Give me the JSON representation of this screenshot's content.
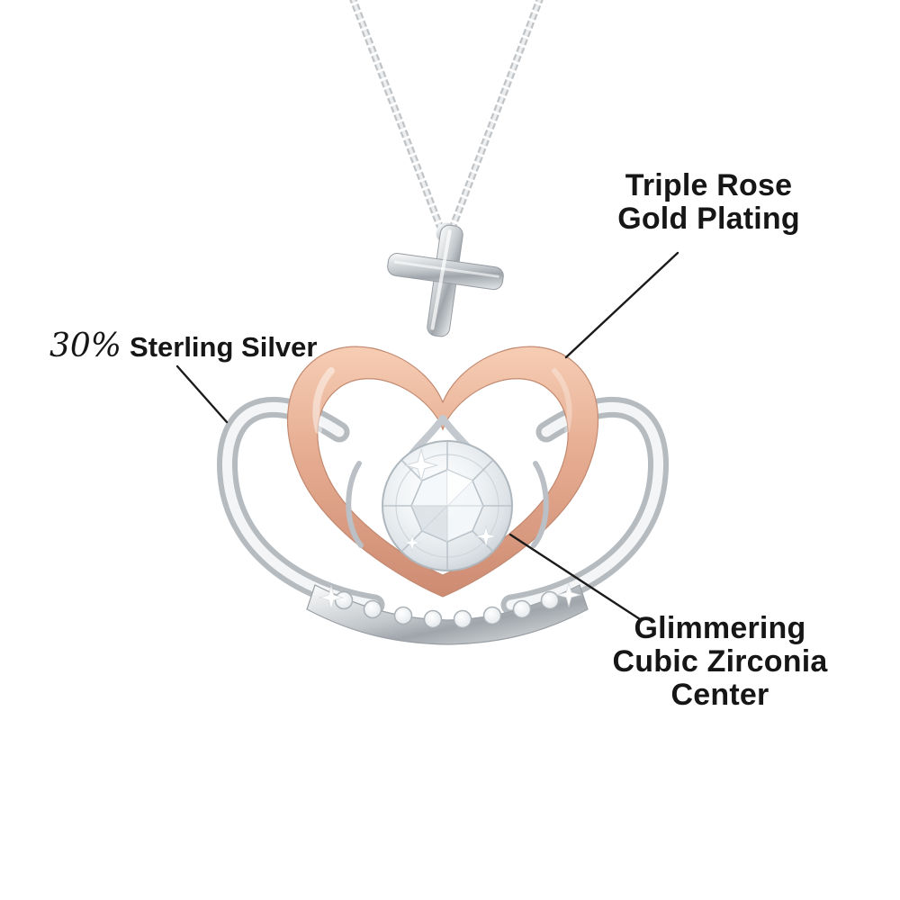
{
  "page": {
    "background_color": "#ffffff"
  },
  "annotations": {
    "rose_gold_plating": {
      "lines": [
        "Triple Rose",
        "Gold Plating"
      ]
    },
    "sterling_silver": {
      "percent": "30%",
      "label": "Sterling Silver"
    },
    "cubic_zirconia": {
      "lines": [
        "Glimmering",
        "Cubic Zirconia",
        "Center"
      ]
    }
  },
  "colors": {
    "annotation_text": "#161616",
    "leader_line": "#1b1b1b",
    "rose_gold": "#e0a78d",
    "silver": "#c3c8cc",
    "zirconia_stone": "#e7ebee",
    "background": "#ffffff"
  }
}
